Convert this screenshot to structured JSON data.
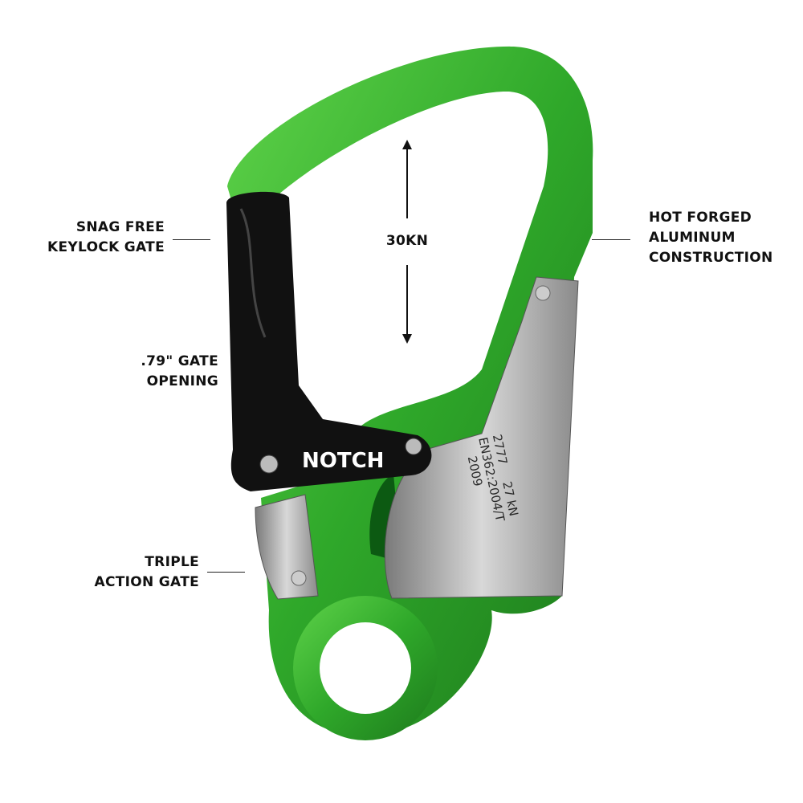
{
  "callouts": {
    "keylock": [
      "SNAG FREE",
      "KEYLOCK GATE"
    ],
    "aluminum": [
      "HOT FORGED",
      "ALUMINUM",
      "CONSTRUCTION"
    ],
    "strength": "30KN",
    "gate_opening": [
      ".79\" GATE",
      "OPENING"
    ],
    "triple_action": [
      "TRIPLE",
      "ACTION GATE"
    ]
  },
  "product": {
    "brand_logo": "NOTCH",
    "engraving": [
      "2777",
      "27 kN",
      "EN362:2004/T",
      "2009"
    ]
  },
  "colors": {
    "body_green": "#2fa82a",
    "gate_black": "#111111",
    "sleeve_silver": "#a9a9a9"
  }
}
